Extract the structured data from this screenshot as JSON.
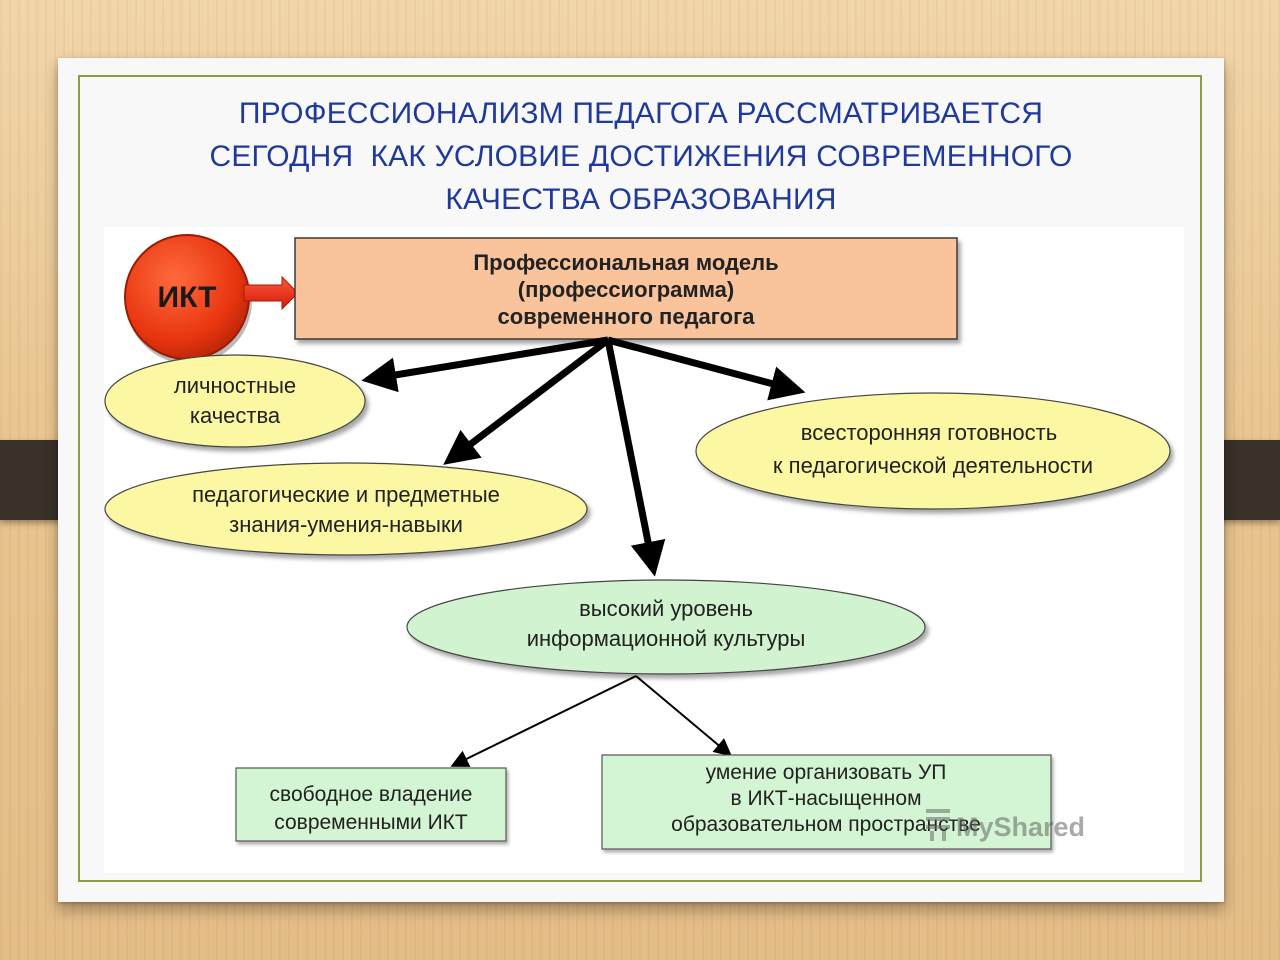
{
  "slide": {
    "title_lines": [
      "ПРОФЕССИОНАЛИЗМ ПЕДАГОГА РАССМАТРИВАЕТСЯ",
      "СЕГОДНЯ  КАК УСЛОВИЕ ДОСТИЖЕНИЯ СОВРЕМЕННОГО",
      "КАЧЕСТВА ОБРАЗОВАНИЯ"
    ]
  },
  "diagram": {
    "ict_label": "ИКТ",
    "model_lines": [
      "Профессиональная модель",
      "(профессиограмма)",
      "современного педагога"
    ],
    "personal_lines": [
      "личностные",
      "качества"
    ],
    "knowledge_lines": [
      "педагогические и предметные",
      "знания-умения-навыки"
    ],
    "readiness_lines": [
      "всесторонняя готовность",
      "к педагогической деятельности"
    ],
    "culture_lines": [
      "высокий уровень",
      "информационной культуры"
    ],
    "ict_skill_lines": [
      "свободное владение",
      "современными ИКТ"
    ],
    "organize_lines": [
      "умение организовать УП",
      "в ИКТ-насыщенном",
      "образовательном пространстве"
    ]
  },
  "watermark": "MyShared",
  "colors": {
    "title_blue": "#1f3a9a",
    "ict_red": "#e8360f",
    "model_fill": "#f9c49b",
    "oval_yellow": "#fbf7a3",
    "oval_green": "#d2f3d0",
    "rect_green": "#d3f5d3",
    "frame_olive": "#8e9b45",
    "bar_dark": "#3a3129"
  }
}
